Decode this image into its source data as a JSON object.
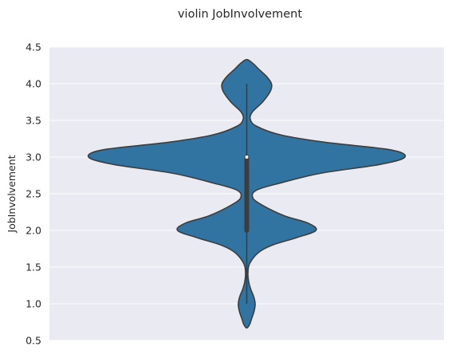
{
  "chart_data": {
    "type": "violin",
    "title": "violin JobInvolvement",
    "xlabel": "",
    "ylabel": "JobInvolvement",
    "ylim": [
      0.5,
      4.5
    ],
    "yticks": [
      "0.5",
      "1.0",
      "1.5",
      "2.0",
      "2.5",
      "3.0",
      "3.5",
      "4.0",
      "4.5"
    ],
    "grid": true,
    "colors": {
      "background": "#eaeaf2",
      "violin_fill": "#3274a1",
      "outline": "#3d3d3d",
      "grid": "#ffffff",
      "median": "#ffffff"
    },
    "box": {
      "min": 1.0,
      "q1": 2.0,
      "median": 3.0,
      "q3": 3.0,
      "max": 4.0
    },
    "density": [
      {
        "y": 0.67,
        "w": 0.0
      },
      {
        "y": 0.72,
        "w": 0.03
      },
      {
        "y": 0.8,
        "w": 0.05
      },
      {
        "y": 0.9,
        "w": 0.075
      },
      {
        "y": 1.0,
        "w": 0.085
      },
      {
        "y": 1.1,
        "w": 0.07
      },
      {
        "y": 1.2,
        "w": 0.04
      },
      {
        "y": 1.3,
        "w": 0.02
      },
      {
        "y": 1.42,
        "w": 0.012
      },
      {
        "y": 1.55,
        "w": 0.03
      },
      {
        "y": 1.7,
        "w": 0.12
      },
      {
        "y": 1.8,
        "w": 0.26
      },
      {
        "y": 1.9,
        "w": 0.5
      },
      {
        "y": 2.0,
        "w": 0.7
      },
      {
        "y": 2.1,
        "w": 0.62
      },
      {
        "y": 2.2,
        "w": 0.38
      },
      {
        "y": 2.35,
        "w": 0.15
      },
      {
        "y": 2.45,
        "w": 0.06
      },
      {
        "y": 2.55,
        "w": 0.1
      },
      {
        "y": 2.65,
        "w": 0.35
      },
      {
        "y": 2.78,
        "w": 0.75
      },
      {
        "y": 2.9,
        "w": 1.35
      },
      {
        "y": 3.0,
        "w": 1.6
      },
      {
        "y": 3.1,
        "w": 1.45
      },
      {
        "y": 3.2,
        "w": 0.8
      },
      {
        "y": 3.3,
        "w": 0.35
      },
      {
        "y": 3.42,
        "w": 0.1
      },
      {
        "y": 3.52,
        "w": 0.035
      },
      {
        "y": 3.62,
        "w": 0.06
      },
      {
        "y": 3.75,
        "w": 0.16
      },
      {
        "y": 3.9,
        "w": 0.24
      },
      {
        "y": 4.0,
        "w": 0.25
      },
      {
        "y": 4.1,
        "w": 0.2
      },
      {
        "y": 4.2,
        "w": 0.12
      },
      {
        "y": 4.28,
        "w": 0.06
      },
      {
        "y": 4.33,
        "w": 0.0
      }
    ]
  }
}
